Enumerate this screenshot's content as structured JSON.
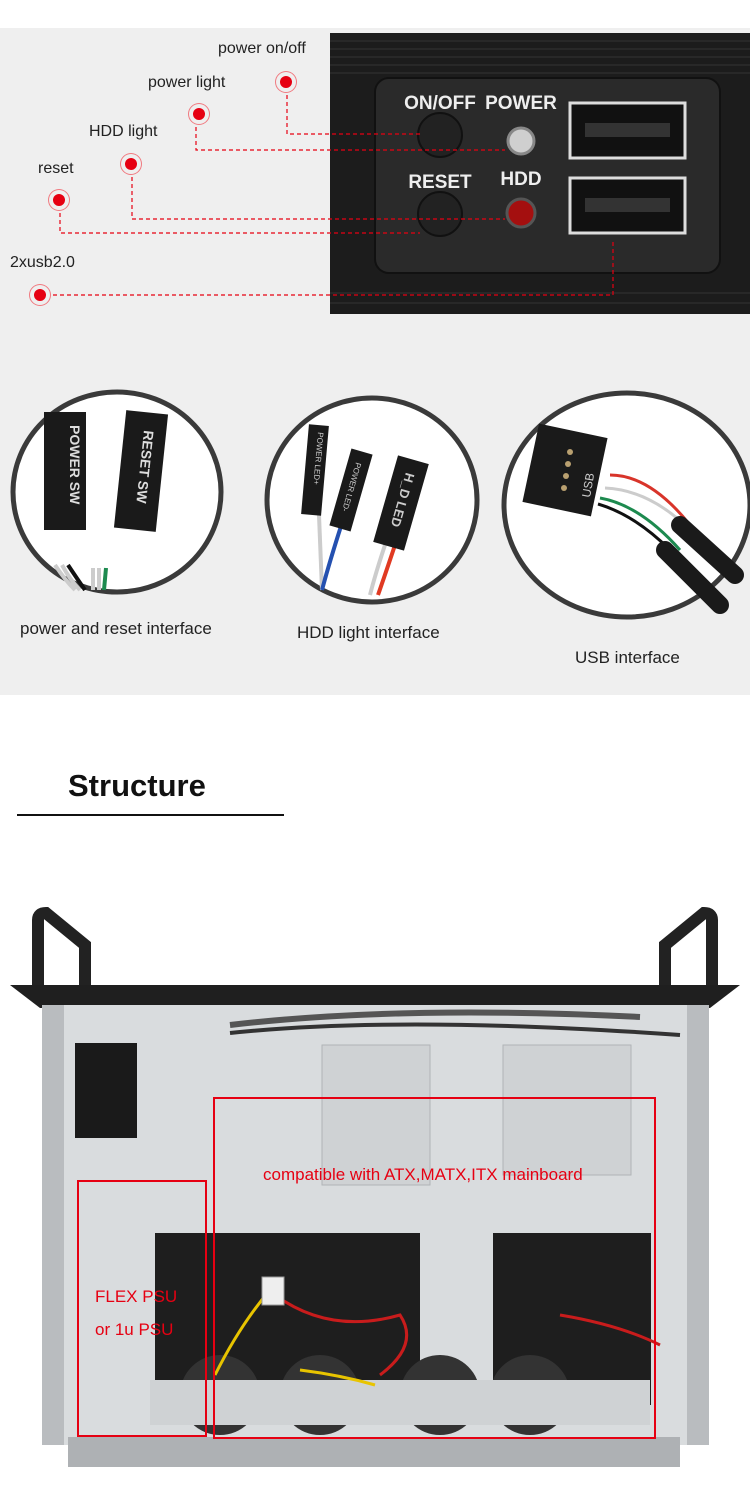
{
  "front_panel": {
    "callouts": {
      "power_on_off": "power on/off",
      "power_light": "power light",
      "hdd_light": "HDD light",
      "reset": "reset",
      "usb": "2xusb2.0"
    },
    "panel_labels": {
      "on_off": "ON/OFF",
      "power": "POWER",
      "reset": "RESET",
      "hdd": "HDD"
    }
  },
  "interfaces": [
    {
      "caption": "power and reset interface",
      "connector_labels": [
        "POWER SW",
        "RESET SW"
      ]
    },
    {
      "caption": "HDD light interface",
      "connector_labels": [
        "POWER LED+",
        "POWER LED-",
        "H_D LED"
      ]
    },
    {
      "caption": "USB interface",
      "connector_labels": [
        "USB"
      ]
    }
  ],
  "structure": {
    "title": "Structure",
    "mainboard_label": "compatible with ATX,MATX,ITX mainboard",
    "psu_label_line1": "FLEX PSU",
    "psu_label_line2": "or 1u PSU"
  },
  "colors": {
    "accent_red": "#e60012",
    "band_gray": "#efefef"
  }
}
